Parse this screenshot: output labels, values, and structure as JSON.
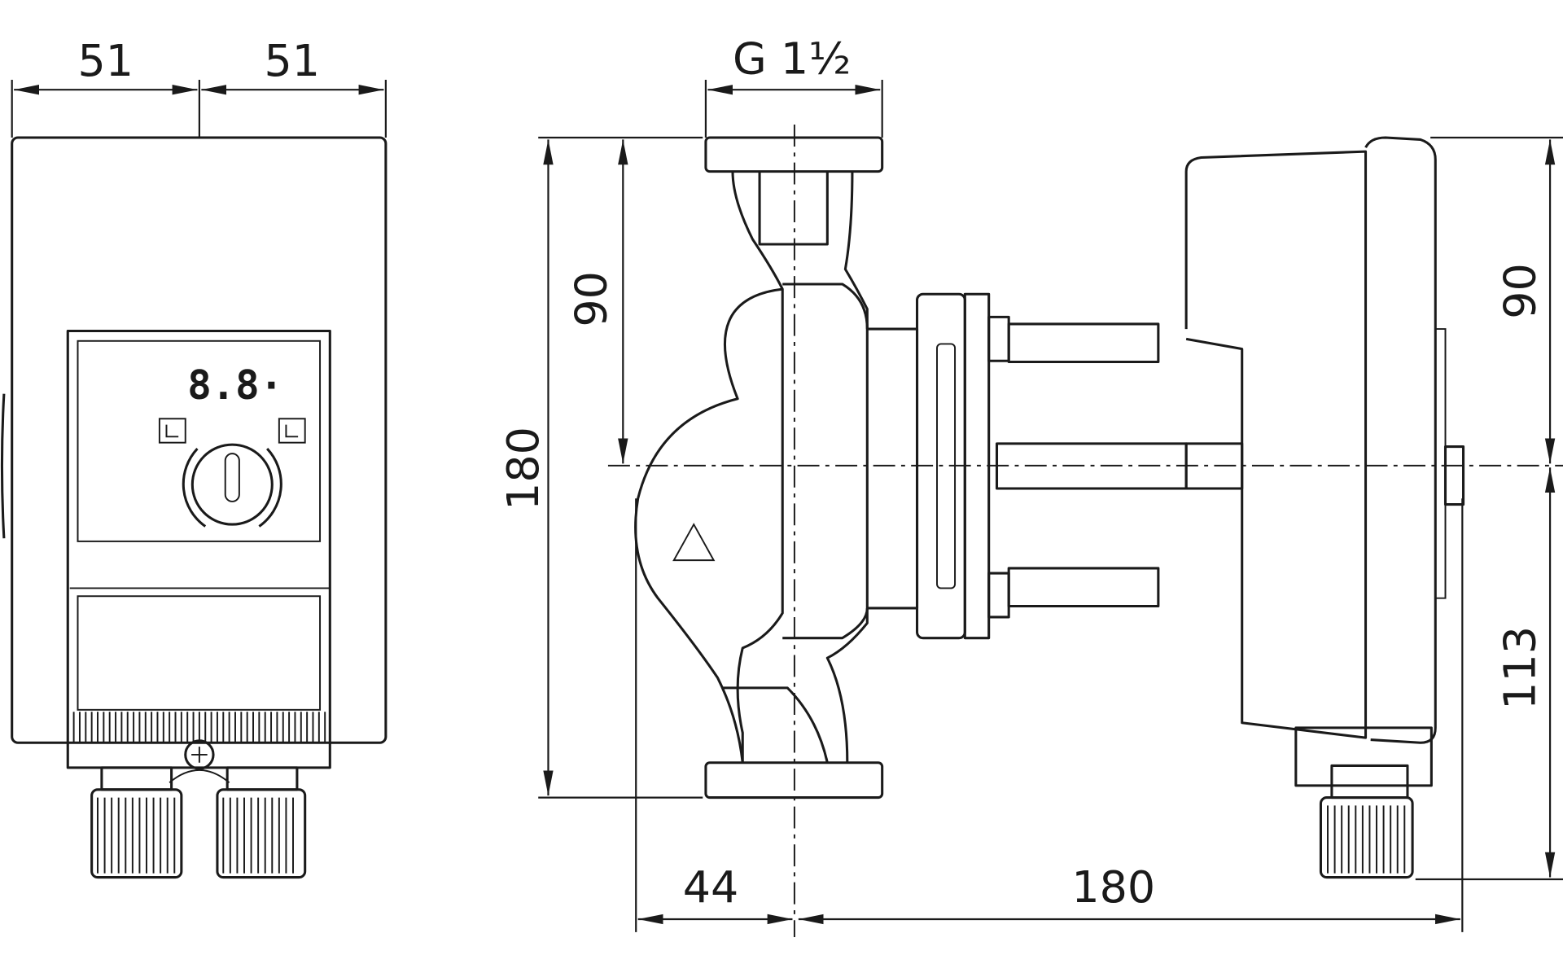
{
  "drawing": {
    "display_readout": "8.8·",
    "dimensions": {
      "left_width_a": "51",
      "left_width_b": "51",
      "thread": "G 1½",
      "height_upper_inner": "90",
      "height_total": "180",
      "height_upper_right": "90",
      "height_lower_right": "113",
      "bottom_offset": "44",
      "bottom_length": "180"
    },
    "colors": {
      "line": "#1a1a1a",
      "background": "#ffffff"
    }
  }
}
